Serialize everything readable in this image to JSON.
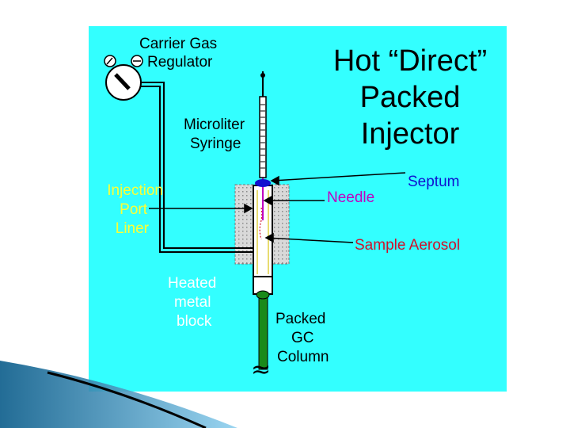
{
  "title_lines": [
    "Hot “Direct”",
    "Packed",
    "Injector"
  ],
  "labels": {
    "carrier_gas": [
      "Carrier Gas",
      "Regulator"
    ],
    "syringe": [
      "Microliter",
      "Syringe"
    ],
    "injection_port": [
      "Injection",
      "Port",
      "Liner"
    ],
    "heated_block": [
      "Heated",
      "metal",
      "block"
    ],
    "needle": "Needle",
    "septum": "Septum",
    "sample_aerosol": "Sample Aerosol",
    "column": [
      "Packed",
      "GC",
      "Column"
    ],
    "break_symbol": "≈"
  },
  "colors": {
    "panel": "#33ffff",
    "column": "#1a8a1a",
    "septum": "#1010d0",
    "needle": "#c000c0",
    "aerosol": "#d0102a",
    "liner_label": "#ffff33",
    "heated_label": "#ffffff",
    "slide_accent": "#1b7fb5"
  }
}
